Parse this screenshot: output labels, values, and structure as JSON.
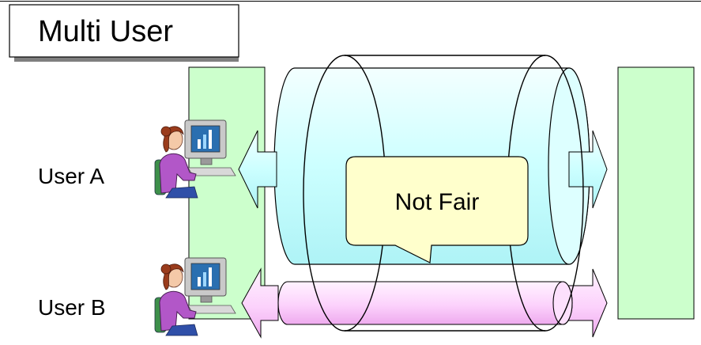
{
  "title": "Multi User",
  "users": [
    {
      "label": "User A"
    },
    {
      "label": "User B"
    }
  ],
  "callout": {
    "text": "Not Fair"
  },
  "colors": {
    "server_block": "#ccffcc",
    "wide_pipe": "#ccffff",
    "narrow_pipe": "#ffccff",
    "callout": "#ffffcc",
    "title_shadow": "#7f7f7f"
  },
  "icons": [
    "user-at-computer-icon",
    "user-at-computer-icon"
  ]
}
